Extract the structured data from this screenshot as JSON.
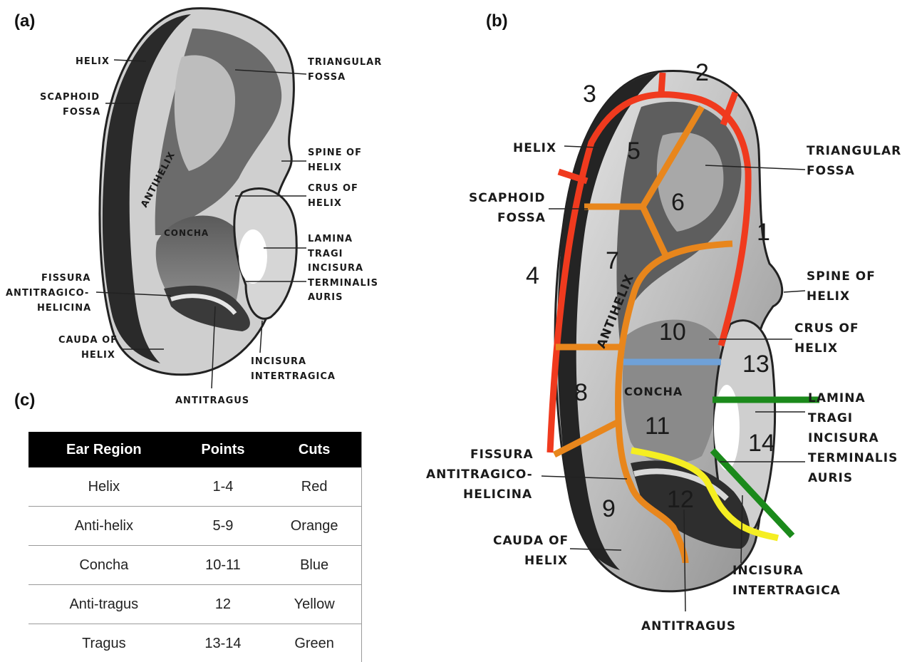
{
  "panels": {
    "a": "(a)",
    "b": "(b)",
    "c": "(c)"
  },
  "panel_a_labels": {
    "helix": "HELIX",
    "triangular": "TRIANGULAR",
    "fossa_tri": "FOSSA",
    "scaphoid": "SCAPHOID",
    "fossa_sca": "FOSSA",
    "antihelix": "ANTIHELIX",
    "spine_of": "SPINE OF",
    "helix_spine": "HELIX",
    "crus_of": "CRUS OF",
    "helix_crus": "HELIX",
    "concha": "CONCHA",
    "lamina": "LAMINA",
    "tragi": "TRAGI",
    "incisura": "INCISURA",
    "terminalis": "TERMINALIS",
    "auris": "AURIS",
    "fissura": "FISSURA",
    "antitragico": "ANTITRAGICO-",
    "helicina": "HELICINA",
    "cauda_of": "CAUDA OF",
    "helix_cauda": "HELIX",
    "incisura2": "INCISURA",
    "intertragica": "INTERTRAGICA",
    "antitragus": "ANTITRAGUS"
  },
  "panel_b_labels": {
    "helix": "HELIX",
    "triangular": "TRIANGULAR",
    "fossa_tri": "FOSSA",
    "scaphoid": "SCAPHOID",
    "fossa_sca": "FOSSA",
    "antihelix": "ANTIHELIX",
    "spine_of": "SPINE OF",
    "helix_spine": "HELIX",
    "crus_of": "CRUS OF",
    "helix_crus": "HELIX",
    "concha": "CONCHA",
    "lamina": "LAMINA",
    "tragi": "TRAGI",
    "incisura": "INCISURA",
    "terminalis": "TERMINALIS",
    "auris": "AURIS",
    "fissura": "FISSURA",
    "antitragico": "ANTITRAGICO-",
    "helicina": "HELICINA",
    "cauda_of": "CAUDA OF",
    "helix_cauda": "HELIX",
    "incisura2": "INCISURA",
    "intertragica": "INTERTRAGICA",
    "antitragus": "ANTITRAGUS"
  },
  "points": [
    "1",
    "2",
    "3",
    "4",
    "5",
    "6",
    "7",
    "8",
    "9",
    "10",
    "11",
    "12",
    "13",
    "14"
  ],
  "cut_colors": {
    "red": "#f03a1e",
    "orange": "#e8861c",
    "blue": "#6fa1d8",
    "yellow": "#f5ee22",
    "green": "#1b8a1b"
  },
  "table": {
    "headers": [
      "Ear Region",
      "Points",
      "Cuts"
    ],
    "rows": [
      [
        "Helix",
        "1-4",
        "Red"
      ],
      [
        "Anti-helix",
        "5-9",
        "Orange"
      ],
      [
        "Concha",
        "10-11",
        "Blue"
      ],
      [
        "Anti-tragus",
        "12",
        "Yellow"
      ],
      [
        "Tragus",
        "13-14",
        "Green"
      ]
    ]
  }
}
